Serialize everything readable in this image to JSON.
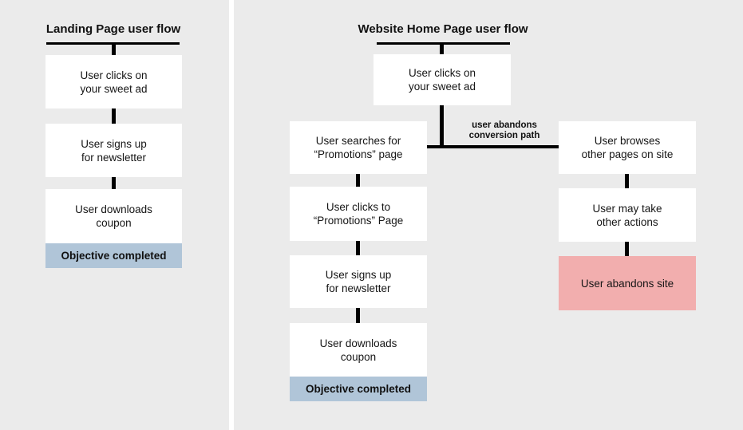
{
  "colors": {
    "background": "#ebebeb",
    "panel_divider": "#ffffff",
    "node_fill": "#ffffff",
    "objective_fill": "#b0c5d8",
    "abandon_fill": "#f2aeae",
    "connector": "#000000",
    "text": "#111111"
  },
  "left_flow": {
    "title": "Landing Page user flow",
    "nodes": [
      {
        "lines": [
          "User clicks on",
          "your sweet ad"
        ]
      },
      {
        "lines": [
          "User signs up",
          "for newsletter"
        ]
      },
      {
        "lines": [
          "User downloads",
          "coupon"
        ]
      }
    ],
    "objective_label": "Objective completed"
  },
  "right_flow": {
    "title": "Website Home Page user flow",
    "top_node": {
      "lines": [
        "User clicks on",
        "your sweet ad"
      ]
    },
    "branch_label": {
      "lines": [
        "user abandons",
        "conversion path"
      ]
    },
    "conversion_branch": {
      "nodes": [
        {
          "lines": [
            "User searches for",
            "“Promotions” page"
          ]
        },
        {
          "lines": [
            "User clicks to",
            "“Promotions” Page"
          ]
        },
        {
          "lines": [
            "User signs up",
            "for newsletter"
          ]
        },
        {
          "lines": [
            "User downloads",
            "coupon"
          ]
        }
      ],
      "objective_label": "Objective completed"
    },
    "abandon_branch": {
      "nodes": [
        {
          "lines": [
            "User browses",
            "other pages on site"
          ]
        },
        {
          "lines": [
            "User may take",
            "other actions"
          ]
        }
      ],
      "terminal_label": "User abandons site"
    }
  }
}
